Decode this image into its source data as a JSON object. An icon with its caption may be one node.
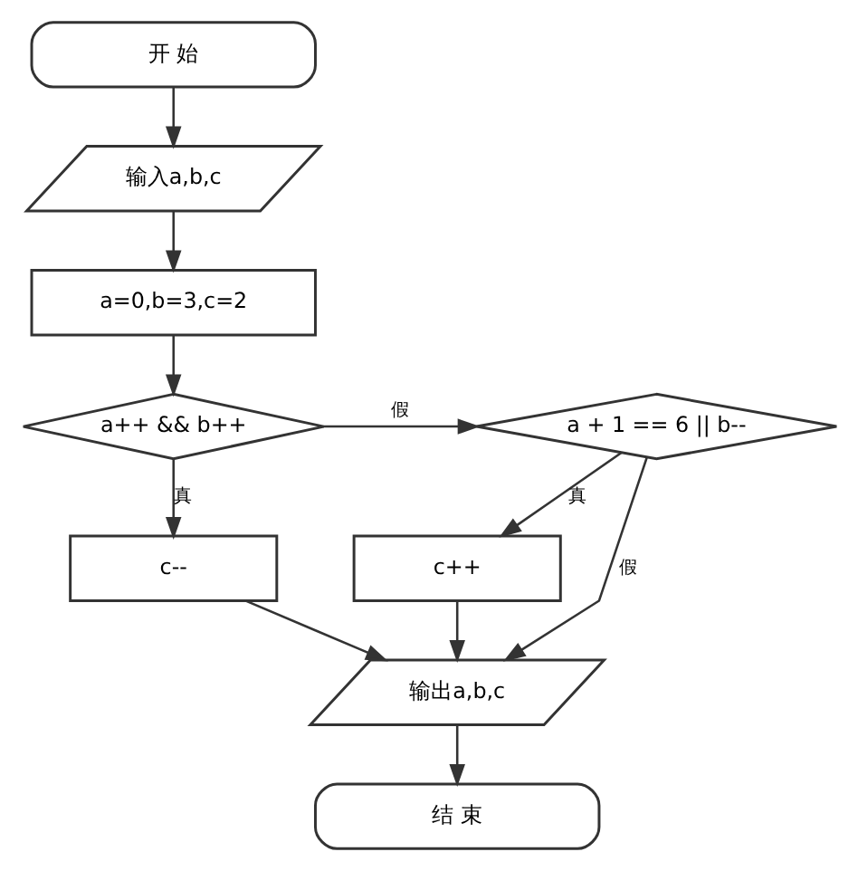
{
  "diagram": {
    "nodes": [
      {
        "text": [
          "开 始"
        ]
      },
      {
        "text": [
          "输入a,b,c"
        ]
      },
      {
        "text": [
          "a=0,b=3,c=2"
        ]
      },
      {
        "text": [
          "a++ && b++"
        ]
      },
      {
        "text": [
          "c--"
        ]
      },
      {
        "text": [
          "a + 1 == 6 || b--"
        ]
      },
      {
        "text": [
          "c++"
        ]
      },
      {
        "text": [
          "输出a,b,c"
        ]
      },
      {
        "text": [
          "结 束"
        ]
      }
    ],
    "edges": [
      {
        "from": 0,
        "to": 1,
        "arrow": "to"
      },
      {
        "from": 1,
        "to": 2,
        "arrow": "to"
      },
      {
        "from": 2,
        "to": 3,
        "arrow": "to"
      },
      {
        "from": 3,
        "to": 4,
        "arrow": "to",
        "label": "真"
      },
      {
        "from": 3,
        "to": 5,
        "arrow": "to",
        "label": "假"
      },
      {
        "from": 5,
        "to": 6,
        "arrow": "to",
        "label": "真"
      },
      {
        "from": 4,
        "to": 7,
        "arrow": "to"
      },
      {
        "from": 6,
        "to": 7,
        "arrow": "to"
      },
      {
        "from": 5,
        "to": 7,
        "arrow": "to",
        "label": "假"
      },
      {
        "from": 7,
        "to": 8,
        "arrow": "to"
      }
    ]
  }
}
